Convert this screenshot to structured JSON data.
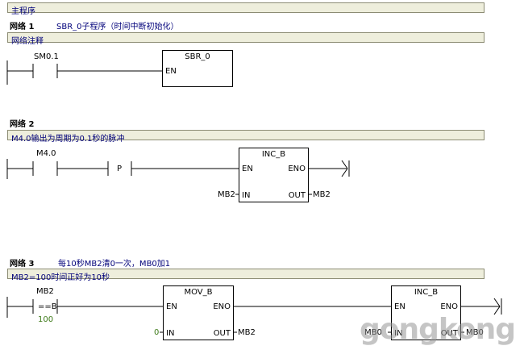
{
  "main_title": "主程序",
  "network1": {
    "label": "网络 1",
    "title": "SBR_0子程序（时间中断初始化）",
    "comment": "网络注释",
    "contact": "SM0.1",
    "box_name": "SBR_0",
    "en": "EN"
  },
  "network2": {
    "label": "网络 2",
    "comment": "M4.0输出为周期为0.1秒的脉冲",
    "contact": "M4.0",
    "p_label": "P",
    "box_name": "INC_B",
    "en": "EN",
    "eno": "ENO",
    "in_pin": "IN",
    "out_pin": "OUT",
    "in_operand": "MB2",
    "out_operand": "MB2"
  },
  "network3": {
    "label": "网络 3",
    "title": "每10秒MB2清0一次，MB0加1",
    "comment": "MB2=100时间正好为10秒",
    "contact_top": "MB2",
    "compare_op": "==B",
    "contact_bottom": "100",
    "mov_box": "MOV_B",
    "mov_en": "EN",
    "mov_eno": "ENO",
    "mov_in_pin": "IN",
    "mov_out_pin": "OUT",
    "mov_in_operand": "0",
    "mov_out_operand": "MB2",
    "inc_box": "INC_B",
    "inc_en": "EN",
    "inc_eno": "ENO",
    "inc_in_pin": "IN",
    "inc_out_pin": "OUT",
    "inc_in_operand": "MB0",
    "inc_out_operand": "MB0"
  },
  "watermark": "gongkong",
  "colors": {
    "bar_bg": "#eeeedc",
    "comment_blue": "#00007a",
    "operand_green": "#3d7a18"
  }
}
